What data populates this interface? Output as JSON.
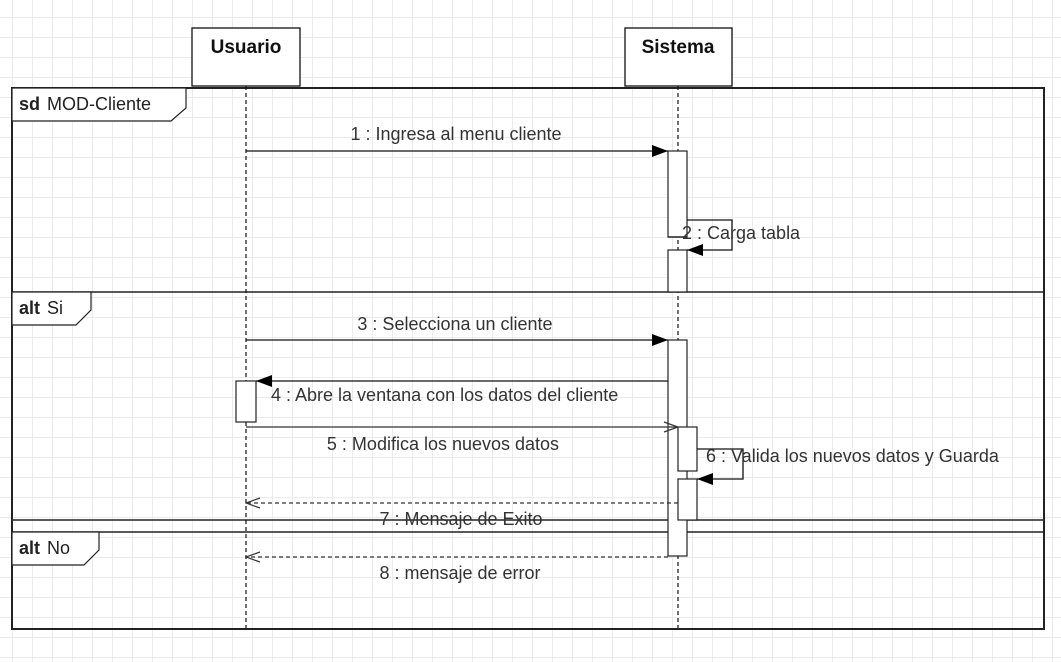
{
  "lifelines": {
    "usuario": "Usuario",
    "sistema": "Sistema"
  },
  "frames": {
    "sd": {
      "keyword": "sd",
      "name": "MOD-Cliente"
    },
    "alt_si": {
      "keyword": "alt",
      "guard": "Si"
    },
    "alt_no": {
      "keyword": "alt",
      "guard": "No"
    }
  },
  "messages": [
    {
      "label": "1 : Ingresa al menu cliente",
      "kind": "sync"
    },
    {
      "label": "2 : Carga tabla",
      "kind": "self"
    },
    {
      "label": "3 : Selecciona un cliente",
      "kind": "sync"
    },
    {
      "label": "4 : Abre la ventana con los datos del cliente",
      "kind": "sync"
    },
    {
      "label": "5 : Modifica los nuevos datos",
      "kind": "async"
    },
    {
      "label": "6 : Valida los nuevos datos y Guarda",
      "kind": "self"
    },
    {
      "label": "7 : Mensaje de Exito",
      "kind": "return"
    },
    {
      "label": "8 : mensaje de error",
      "kind": "return"
    }
  ]
}
